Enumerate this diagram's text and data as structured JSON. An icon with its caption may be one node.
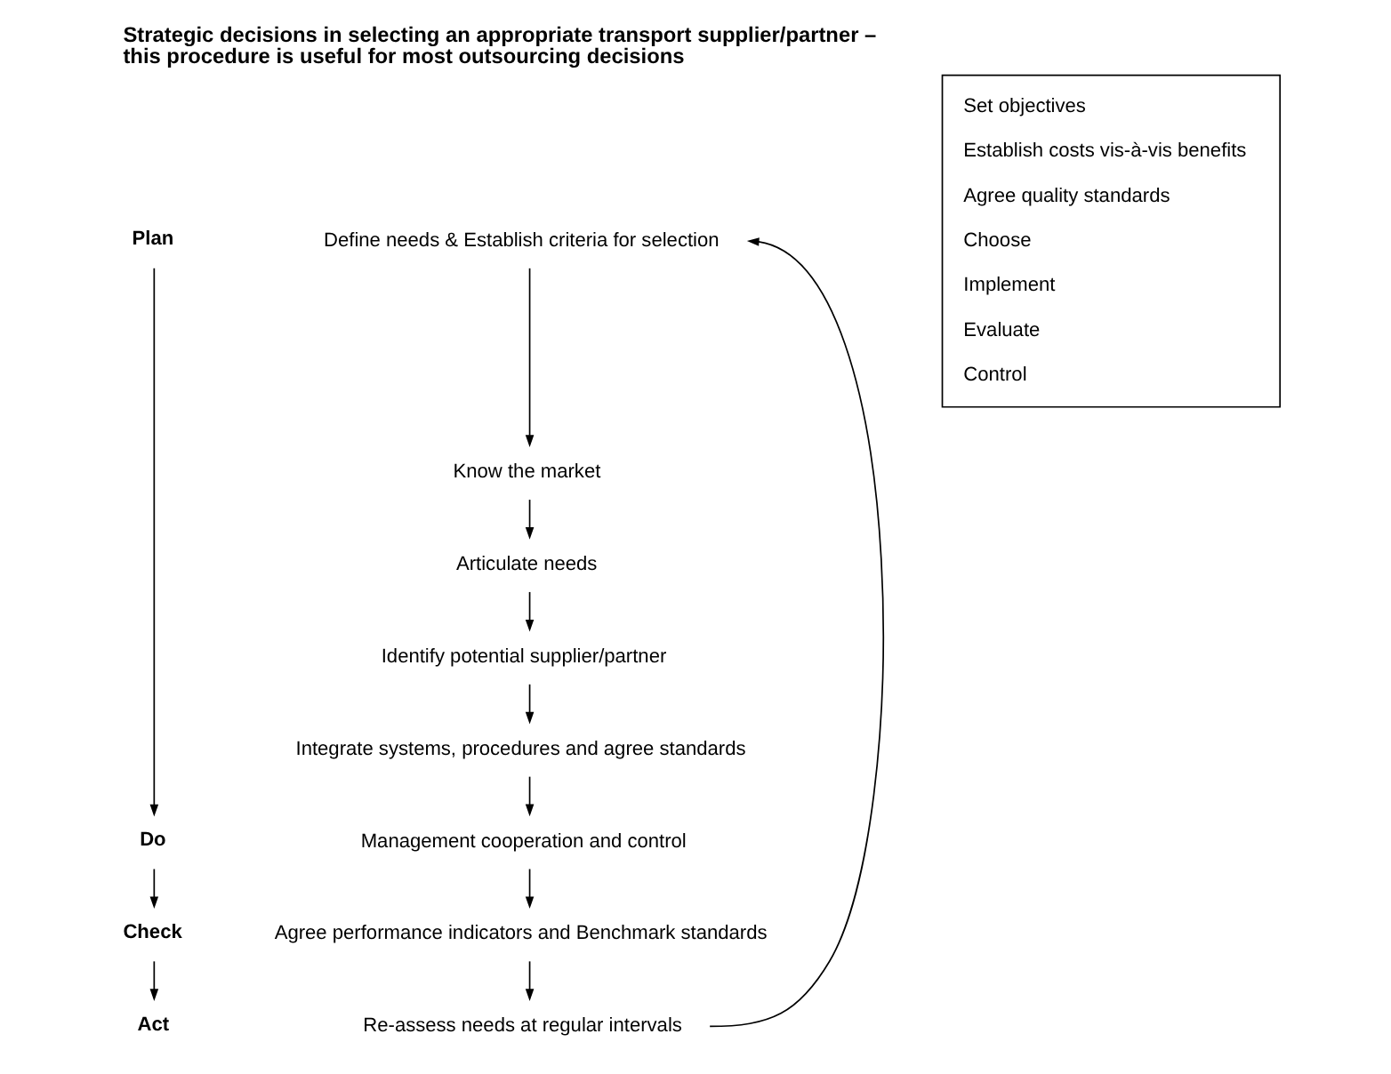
{
  "diagram": {
    "title": "Strategic decisions in selecting an appropriate transport supplier/partner – this procedure is useful for most outsourcing decisions",
    "nodes": [
      {
        "text": [
          "Plan"
        ]
      },
      {
        "text": [
          "Do"
        ]
      },
      {
        "text": [
          "Check"
        ]
      },
      {
        "text": [
          "Act"
        ]
      },
      {
        "text": [
          "Define needs & Establish criteria for selection"
        ]
      },
      {
        "text": [
          "Know the market"
        ]
      },
      {
        "text": [
          "Articulate needs"
        ]
      },
      {
        "text": [
          "Identify potential supplier/partner"
        ]
      },
      {
        "text": [
          "Integrate systems, procedures and agree standards"
        ]
      },
      {
        "text": [
          "Management cooperation and control"
        ]
      },
      {
        "text": [
          "Agree performance indicators and Benchmark standards"
        ]
      },
      {
        "text": [
          "Re-assess needs at regular intervals"
        ]
      },
      {
        "text": [
          "Set objectives",
          "Establish costs vis-à-vis benefits",
          "Agree quality standards",
          "Choose",
          "Implement",
          "Evaluate",
          "Control"
        ]
      }
    ],
    "edges": [
      {
        "from": 0,
        "to": 1,
        "arrow": "to"
      },
      {
        "from": 1,
        "to": 2,
        "arrow": "to"
      },
      {
        "from": 2,
        "to": 3,
        "arrow": "to"
      },
      {
        "from": 4,
        "to": 5,
        "arrow": "to"
      },
      {
        "from": 5,
        "to": 6,
        "arrow": "to"
      },
      {
        "from": 6,
        "to": 7,
        "arrow": "to"
      },
      {
        "from": 7,
        "to": 8,
        "arrow": "to"
      },
      {
        "from": 8,
        "to": 9,
        "arrow": "to"
      },
      {
        "from": 9,
        "to": 10,
        "arrow": "to"
      },
      {
        "from": 10,
        "to": 11,
        "arrow": "to"
      },
      {
        "from": 11,
        "to": 4,
        "arrow": "to"
      }
    ]
  }
}
